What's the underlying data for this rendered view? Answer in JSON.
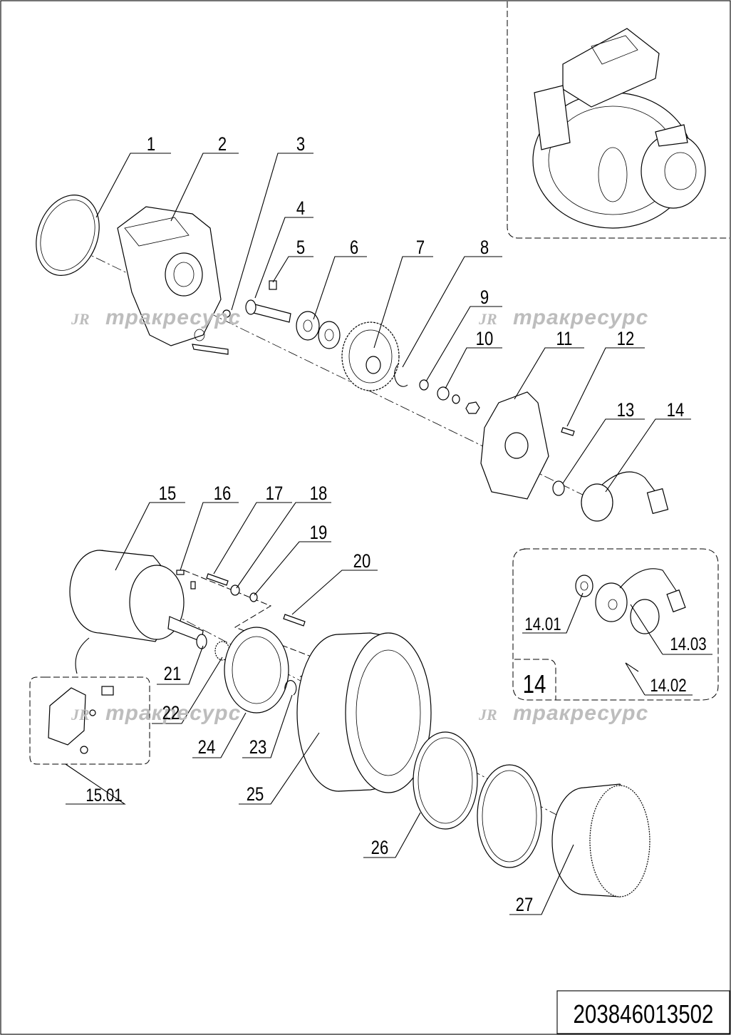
{
  "drawing_code": "203846013502",
  "watermark": {
    "logo": "JR",
    "text": "тракресурс"
  },
  "callouts": [
    "1",
    "2",
    "3",
    "4",
    "5",
    "6",
    "7",
    "8",
    "9",
    "10",
    "11",
    "12",
    "13",
    "14",
    "15",
    "16",
    "17",
    "18",
    "19",
    "20",
    "21",
    "22",
    "23",
    "24",
    "25",
    "26",
    "27"
  ],
  "detail_14": {
    "title": "14",
    "items": [
      "14.01",
      "14.02",
      "14.03"
    ]
  },
  "detail_15": {
    "item": "15.01"
  }
}
